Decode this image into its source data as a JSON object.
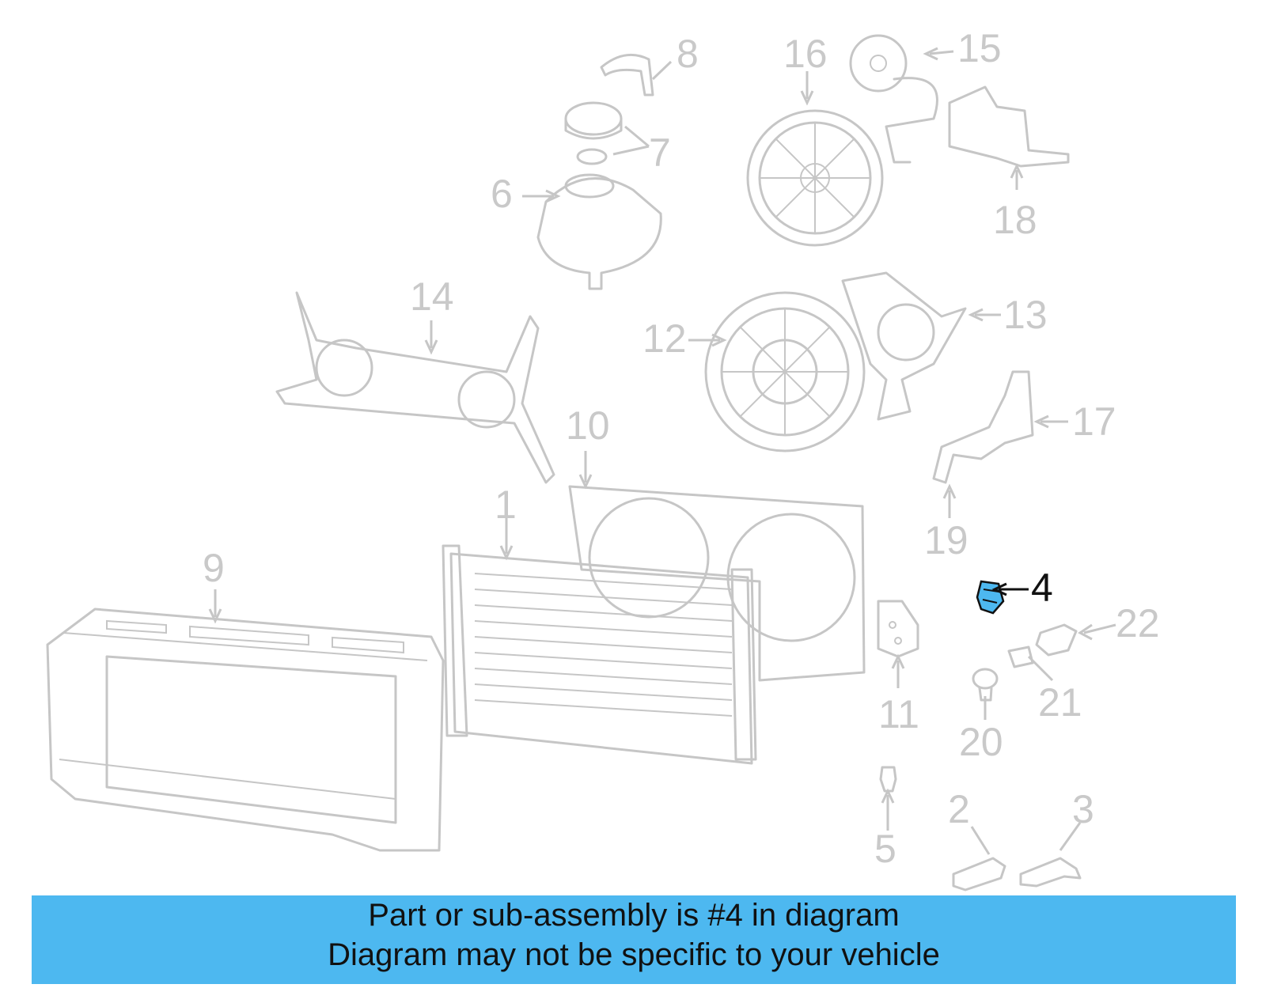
{
  "labels": [
    "1",
    "2",
    "3",
    "4",
    "5",
    "6",
    "7",
    "8",
    "9",
    "10",
    "11",
    "12",
    "13",
    "14",
    "15",
    "16",
    "17",
    "18",
    "19",
    "20",
    "21",
    "22"
  ],
  "highlighted_label": "4",
  "colors": {
    "banner": "#4db8f0",
    "highlight_part": "#4db8f0",
    "line_art": "#c6c6c6",
    "label_text": "#c9c9c9",
    "highlight_text": "#111111"
  },
  "banner": {
    "line1": "Part or sub-assembly is #4 in diagram",
    "line2": "Diagram may not be specific to your vehicle"
  }
}
